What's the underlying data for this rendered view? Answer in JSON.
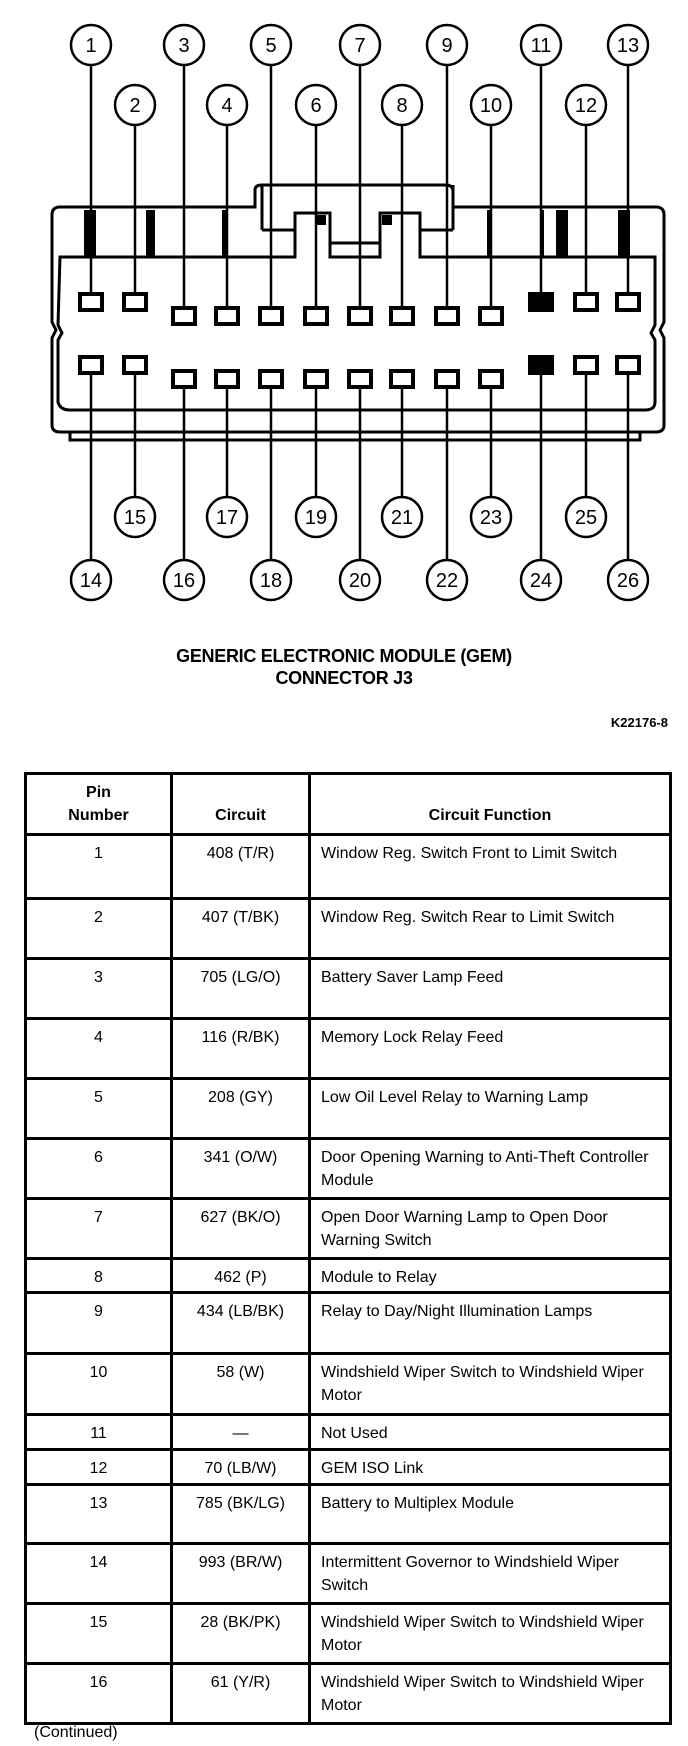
{
  "diagram": {
    "callouts": [
      "1",
      "2",
      "3",
      "4",
      "5",
      "6",
      "7",
      "8",
      "9",
      "10",
      "11",
      "12",
      "13",
      "14",
      "15",
      "16",
      "17",
      "18",
      "19",
      "20",
      "21",
      "22",
      "23",
      "24",
      "25",
      "26"
    ],
    "unused_pins": [
      "11",
      "24"
    ],
    "title_line1": "GENERIC ELECTRONIC MODULE (GEM)",
    "title_line2": "CONNECTOR J3",
    "figure_code": "K22176-8"
  },
  "table": {
    "headers": {
      "pin_line1": "Pin",
      "pin_line2": "Number",
      "circuit": "Circuit",
      "function": "Circuit Function"
    },
    "rows": [
      {
        "pin": "1",
        "circuit": "408 (T/R)",
        "function": "Window Reg. Switch Front to Limit Switch"
      },
      {
        "pin": "2",
        "circuit": "407 (T/BK)",
        "function": "Window Reg. Switch Rear to Limit Switch"
      },
      {
        "pin": "3",
        "circuit": "705 (LG/O)",
        "function": "Battery Saver Lamp Feed"
      },
      {
        "pin": "4",
        "circuit": "116 (R/BK)",
        "function": "Memory Lock Relay Feed"
      },
      {
        "pin": "5",
        "circuit": "208 (GY)",
        "function": "Low Oil Level Relay to Warning Lamp"
      },
      {
        "pin": "6",
        "circuit": "341 (O/W)",
        "function": "Door Opening Warning to Anti-Theft Controller Module"
      },
      {
        "pin": "7",
        "circuit": "627 (BK/O)",
        "function": "Open Door Warning Lamp to Open Door Warning Switch"
      },
      {
        "pin": "8",
        "circuit": "462 (P)",
        "function": "Module to Relay"
      },
      {
        "pin": "9",
        "circuit": "434 (LB/BK)",
        "function": "Relay to Day/Night Illumination Lamps"
      },
      {
        "pin": "10",
        "circuit": "58 (W)",
        "function": "Windshield Wiper Switch to Windshield Wiper Motor"
      },
      {
        "pin": "11",
        "circuit": "—",
        "function": "Not Used"
      },
      {
        "pin": "12",
        "circuit": "70 (LB/W)",
        "function": "GEM ISO Link"
      },
      {
        "pin": "13",
        "circuit": "785 (BK/LG)",
        "function": "Battery to Multiplex Module"
      },
      {
        "pin": "14",
        "circuit": "993 (BR/W)",
        "function": "Intermittent Governor to Windshield Wiper Switch"
      },
      {
        "pin": "15",
        "circuit": "28 (BK/PK)",
        "function": "Windshield Wiper Switch to Windshield Wiper Motor"
      },
      {
        "pin": "16",
        "circuit": "61 (Y/R)",
        "function": "Windshield Wiper Switch to Windshield Wiper Motor"
      }
    ],
    "continued": "(Continued)"
  }
}
